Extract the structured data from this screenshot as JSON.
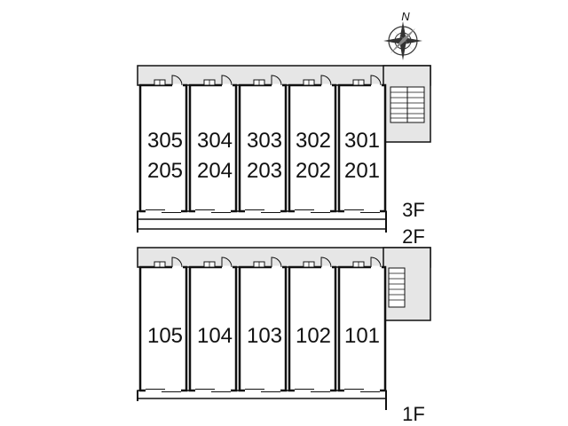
{
  "compass": {
    "label": "N",
    "icon": "compass-rose-icon"
  },
  "upper_block": {
    "floor_labels": [
      "3F",
      "2F"
    ],
    "units": [
      {
        "top": "305",
        "bottom": "205"
      },
      {
        "top": "304",
        "bottom": "204"
      },
      {
        "top": "303",
        "bottom": "203"
      },
      {
        "top": "302",
        "bottom": "202"
      },
      {
        "top": "301",
        "bottom": "201"
      }
    ]
  },
  "lower_block": {
    "floor_label": "1F",
    "units": [
      "105",
      "104",
      "103",
      "102",
      "101"
    ]
  },
  "colors": {
    "corridor": "#e6e6e6",
    "wall": "#111111",
    "background": "#ffffff"
  }
}
